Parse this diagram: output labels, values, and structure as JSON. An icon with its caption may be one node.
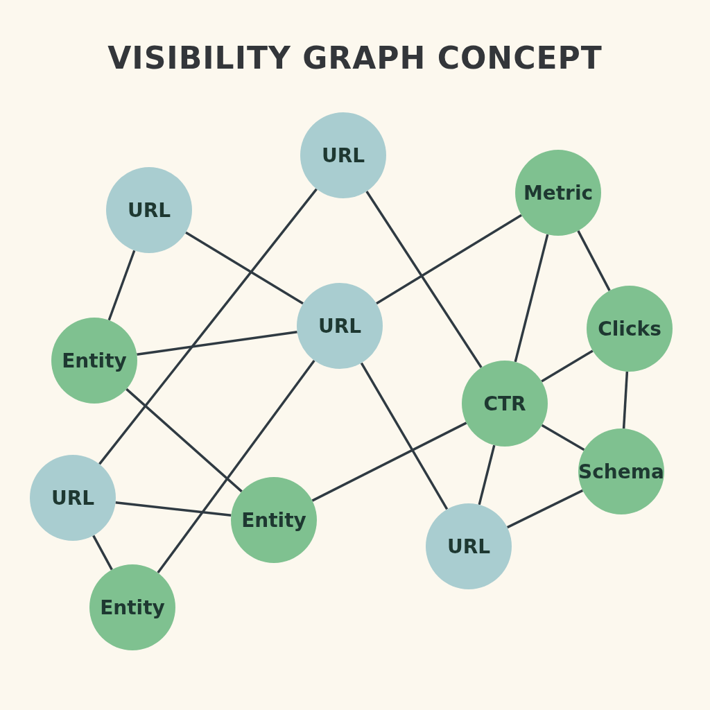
{
  "diagram": {
    "title": "VISIBILITY GRAPH CONCEPT",
    "nodes": [
      {
        "text": [
          "URL"
        ]
      },
      {
        "text": [
          "URL"
        ]
      },
      {
        "text": [
          "Metric"
        ]
      },
      {
        "text": [
          "URL"
        ]
      },
      {
        "text": [
          "Clicks"
        ]
      },
      {
        "text": [
          "Entity"
        ]
      },
      {
        "text": [
          "CTR"
        ]
      },
      {
        "text": [
          "Schema"
        ]
      },
      {
        "text": [
          "URL"
        ]
      },
      {
        "text": [
          "Entity"
        ]
      },
      {
        "text": [
          "URL"
        ]
      },
      {
        "text": [
          "Entity"
        ]
      }
    ],
    "edges": [
      {
        "from": 1,
        "to": 5,
        "arrow": "none"
      },
      {
        "from": 1,
        "to": 3,
        "arrow": "none"
      },
      {
        "from": 0,
        "to": 8,
        "arrow": "none"
      },
      {
        "from": 0,
        "to": 6,
        "arrow": "none"
      },
      {
        "from": 2,
        "to": 3,
        "arrow": "none"
      },
      {
        "from": 2,
        "to": 6,
        "arrow": "none"
      },
      {
        "from": 2,
        "to": 4,
        "arrow": "none"
      },
      {
        "from": 5,
        "to": 3,
        "arrow": "none"
      },
      {
        "from": 5,
        "to": 9,
        "arrow": "none"
      },
      {
        "from": 3,
        "to": 11,
        "arrow": "none"
      },
      {
        "from": 3,
        "to": 10,
        "arrow": "none"
      },
      {
        "from": 4,
        "to": 6,
        "arrow": "none"
      },
      {
        "from": 4,
        "to": 7,
        "arrow": "none"
      },
      {
        "from": 6,
        "to": 9,
        "arrow": "none"
      },
      {
        "from": 6,
        "to": 7,
        "arrow": "none"
      },
      {
        "from": 6,
        "to": 10,
        "arrow": "none"
      },
      {
        "from": 8,
        "to": 9,
        "arrow": "none"
      },
      {
        "from": 8,
        "to": 11,
        "arrow": "none"
      },
      {
        "from": 10,
        "to": 7,
        "arrow": "none"
      }
    ]
  }
}
